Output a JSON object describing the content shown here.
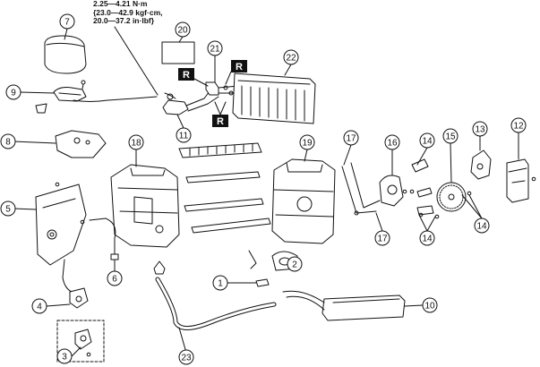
{
  "torque_spec": {
    "line1": "2.25—4.21 N·m",
    "line2": "{23.0—42.9 kgf·cm,",
    "line3": "20.0—37.2 in·lbf}"
  },
  "replace_marker": "R",
  "callouts": [
    "1",
    "2",
    "3",
    "4",
    "5",
    "6",
    "7",
    "8",
    "9",
    "10",
    "11",
    "12",
    "13",
    "14",
    "15",
    "16",
    "17",
    "18",
    "19",
    "20",
    "21",
    "22",
    "23"
  ],
  "colors": {
    "ink": "#111111",
    "badge_fill": "#111111",
    "badge_text": "#ffffff",
    "background": "#ffffff"
  }
}
